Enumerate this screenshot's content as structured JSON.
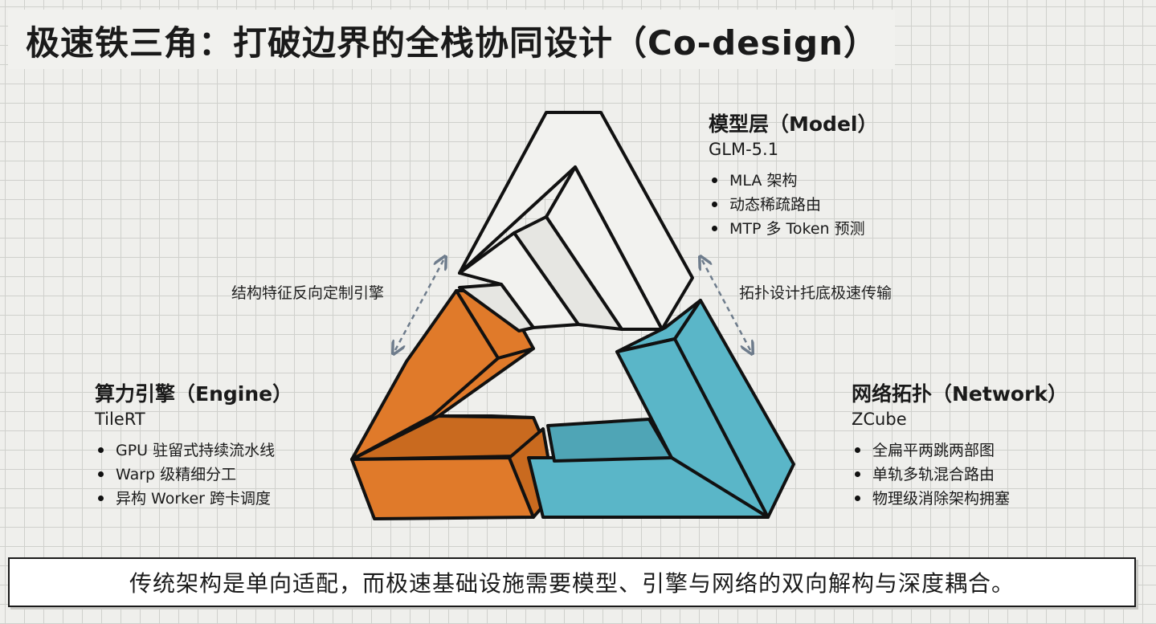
{
  "title": "极速铁三角：打破边界的全栈协同设计（Co-design）",
  "model": {
    "heading": "模型层（Model）",
    "sub": "GLM-5.1",
    "bullets": [
      "MLA 架构",
      "动态稀疏路由",
      "MTP 多 Token 预测"
    ]
  },
  "engine": {
    "heading": "算力引擎（Engine）",
    "sub": "TileRT",
    "bullets": [
      "GPU 驻留式持续流水线",
      "Warp 级精细分工",
      "异构 Worker 跨卡调度"
    ]
  },
  "network": {
    "heading": "网络拓扑（Network）",
    "sub": "ZCube",
    "bullets": [
      "全扁平两跳两部图",
      "单轨多轨混合路由",
      "物理级消除架构拥塞"
    ]
  },
  "relations": {
    "left": "结构特征反向定制引擎",
    "right": "拓扑设计托底极速传输"
  },
  "footer": "传统架构是单向适配，而极速基础设施需要模型、引擎与网络的双向解构与深度耦合。",
  "colors": {
    "model": "#f2f2ef",
    "engine": "#e07a2a",
    "network": "#5ab6c8",
    "outline": "#111111",
    "arrow": "#6e7c8c"
  }
}
